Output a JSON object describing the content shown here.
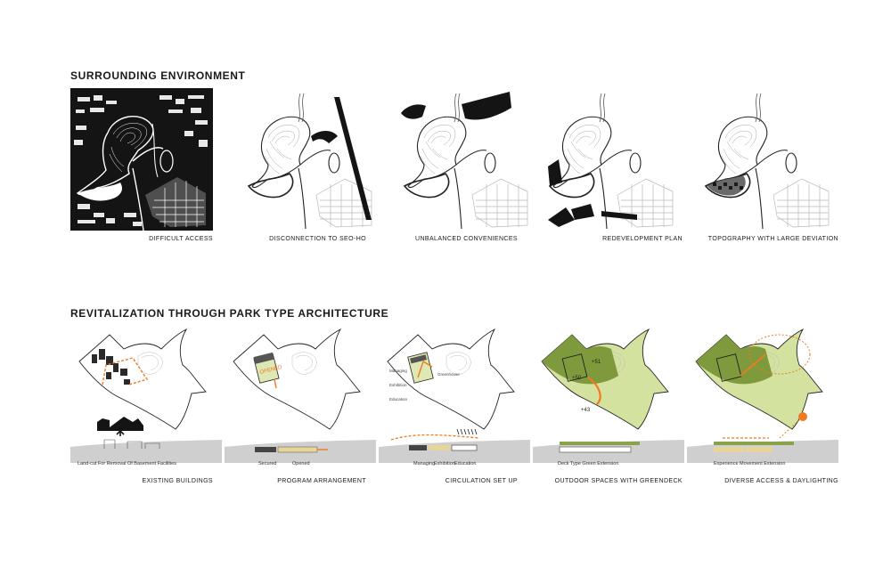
{
  "section1": {
    "heading": "SURROUNDING ENVIRONMENT",
    "captions": [
      "DIFFICULT ACCESS",
      "DISCONNECTION TO SEO-HO",
      "UNBALANCED CONVENIENCES",
      "REDEVELOPMENT PLAN",
      "TOPOGRAPHY WITH LARGE DEVIATION"
    ]
  },
  "section2": {
    "heading": "REVITALIZATION THROUGH PARK TYPE ARCHITECTURE",
    "captions": [
      "EXISTING BUILDINGS",
      "PROGRAM ARRANGEMENT",
      "CIRCULATION SET UP",
      "OUTDOOR SPACES WITH GREENDECK",
      "DIVERSE ACCESS &  DAYLIGHTING"
    ],
    "section_notes": [
      "Land-cut For Removal Of Basement Facilities",
      "Secured",
      "Opened",
      "Managing",
      "Exhibition",
      "Education",
      "Deck Type Green Extension",
      "Experience Movement Extension"
    ],
    "plan_labels": {
      "opened": "OPENED",
      "managing": "Managing",
      "exhibition": "Exhibition",
      "education": "Education",
      "greenhouse": "Greenhouse",
      "level_51": "+51",
      "level_50": "+50",
      "level_43": "+43"
    }
  },
  "colors": {
    "orange": "#f07a21",
    "green_dark": "#7e9a3c",
    "green_light": "#dde8b4",
    "ground": "#cfcfcf",
    "black": "#141414"
  }
}
